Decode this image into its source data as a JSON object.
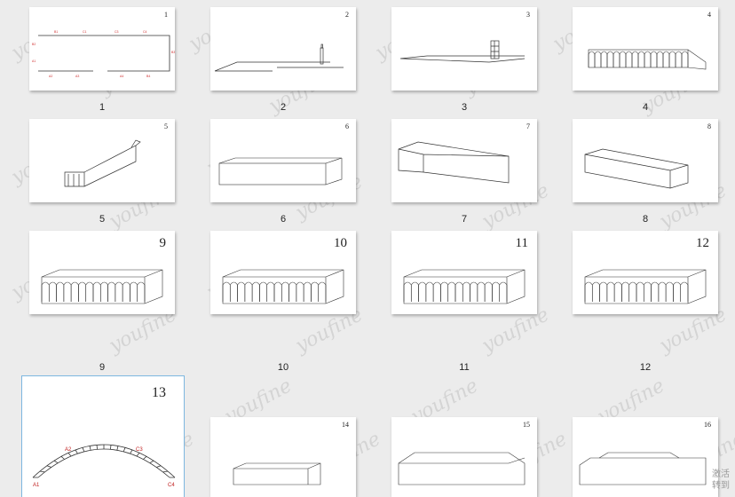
{
  "slides": [
    {
      "id": 1,
      "number": "1",
      "caption": "1"
    },
    {
      "id": 2,
      "number": "2",
      "caption": "2"
    },
    {
      "id": 3,
      "number": "3",
      "caption": "3"
    },
    {
      "id": 4,
      "number": "4",
      "caption": "4"
    },
    {
      "id": 5,
      "number": "5",
      "caption": "5"
    },
    {
      "id": 6,
      "number": "6",
      "caption": "6"
    },
    {
      "id": 7,
      "number": "7",
      "caption": "7"
    },
    {
      "id": 8,
      "number": "8",
      "caption": "8"
    },
    {
      "id": 9,
      "number": "9",
      "caption": "9"
    },
    {
      "id": 10,
      "number": "10",
      "caption": "10"
    },
    {
      "id": 11,
      "number": "11",
      "caption": "11"
    },
    {
      "id": 12,
      "number": "12",
      "caption": "12"
    },
    {
      "id": 13,
      "number": "13",
      "caption": ""
    },
    {
      "id": 14,
      "number": "14",
      "caption": ""
    },
    {
      "id": 15,
      "number": "15",
      "caption": ""
    },
    {
      "id": 16,
      "number": "16",
      "caption": ""
    }
  ],
  "selected_slide": 13,
  "slide1_labels": [
    "B1",
    "C1",
    "C3",
    "C4",
    "B2",
    "A1",
    "A2",
    "A3",
    "A4",
    "B4",
    "B3"
  ],
  "slide13_labels": [
    "A1",
    "A2",
    "C3",
    "C4"
  ],
  "watermark": "youfine",
  "corner_text": [
    "激活",
    "转到"
  ]
}
